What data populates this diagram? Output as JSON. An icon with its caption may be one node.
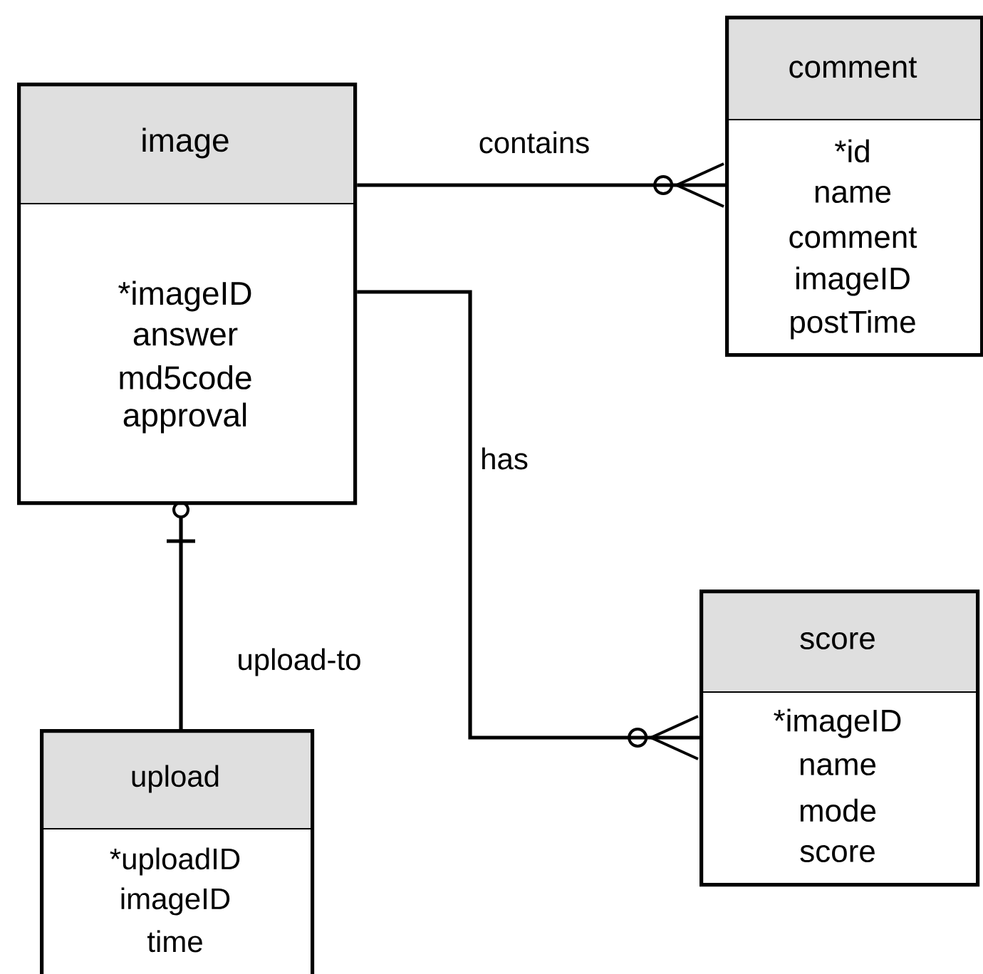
{
  "diagram": {
    "nodes": [
      {
        "text": [
          "image",
          "*imageID",
          "answer",
          "md5code",
          "approval"
        ]
      },
      {
        "text": [
          "comment",
          "*id",
          "name",
          "comment",
          "imageID",
          "postTime"
        ]
      },
      {
        "text": [
          "score",
          "*imageID",
          "name",
          "mode",
          "score"
        ]
      },
      {
        "text": [
          "upload",
          "*uploadID",
          "imageID",
          "time"
        ]
      }
    ],
    "edges": [
      {
        "from": 0,
        "to": 1,
        "arrow": "other",
        "label": "contains"
      },
      {
        "from": 0,
        "to": 2,
        "arrow": "other",
        "label": "has"
      },
      {
        "from": 3,
        "to": 0,
        "arrow": "other",
        "label": "upload-to"
      }
    ]
  }
}
